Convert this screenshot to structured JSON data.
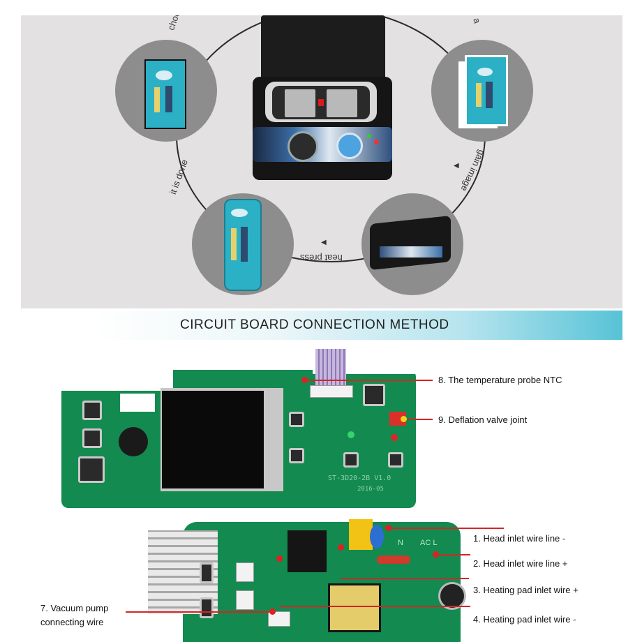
{
  "process": {
    "labels": {
      "step_top_left": "choo",
      "step_top_right": "a",
      "step_right": "gain image",
      "step_bottom": "heat press",
      "step_left": "it is done"
    }
  },
  "section": {
    "title": "CIRCUIT BOARD CONNECTION METHOD"
  },
  "callouts": {
    "c8": "8. The temperature probe NTC",
    "c9": "9. Deflation valve joint",
    "c1": "1. Head inlet wire line -",
    "c2": "2. Head inlet wire line +",
    "c3": "3. Heating pad inlet wire +",
    "c4": "4. Heating pad inlet wire -",
    "c7_line1": "7. Vacuum pump",
    "c7_line2": "connecting wire"
  },
  "board_marks": {
    "upper_model": "ST-3D20-2B V1.0",
    "upper_date": "2016-05",
    "lower_ac": "AC L",
    "lower_n": "N"
  },
  "colors": {
    "pcb": "#138a4f",
    "callout_line": "#d62424",
    "banner_accent": "#56c3d6",
    "backdrop": "#e3e1e2"
  }
}
